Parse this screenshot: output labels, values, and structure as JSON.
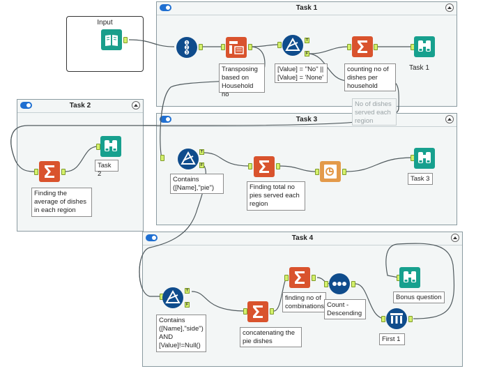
{
  "input_box": {
    "title": "Input"
  },
  "containers": {
    "task1": {
      "title": "Task 1"
    },
    "task2": {
      "title": "Task 2"
    },
    "task3": {
      "title": "Task 3"
    },
    "task4": {
      "title": "Task 4"
    }
  },
  "annotations": {
    "transpose": "Transposing based on Household no",
    "filter1": "[Value] = \"No\" || [Value] = 'None'",
    "summarize1": "counting no of dishes per household",
    "ghost": "No of dishes served each region",
    "task2_avg": "Finding the average of dishes in each region",
    "contains_pie": "Contains ([Name],\"pie\")",
    "total_pies": "Finding total no pies served each region",
    "contains_side": "Contains ([Name],\"side\") AND [Value]!=Null()",
    "concat": "concatenating the pie dishes",
    "combos": "finding no of combinations",
    "count_desc": "Count - Descending"
  },
  "browse_labels": {
    "task1": "Task 1",
    "task2": "Task 2",
    "task3": "Task 3",
    "bonus": "Bonus question",
    "first1": "First 1"
  },
  "anchor_labels": {
    "true": "T",
    "false": "F"
  },
  "colors": {
    "container_bg": "#f3f6f6",
    "toggle": "#1f6fd1",
    "wire": "#505a5e",
    "anchor": "#d4f06b",
    "input_tool": "#1a9e8b",
    "browse_tool": "#17a08e",
    "preparation_tool": "#0f4c8c",
    "transform_tool": "#d9532d",
    "join_tool": "#e39a4a"
  },
  "icons": [
    "book-icon",
    "record-id-icon",
    "transpose-icon",
    "filter-icon",
    "summarize-icon",
    "binoculars-icon",
    "formula-icon",
    "sort-icon",
    "sample-icon"
  ]
}
